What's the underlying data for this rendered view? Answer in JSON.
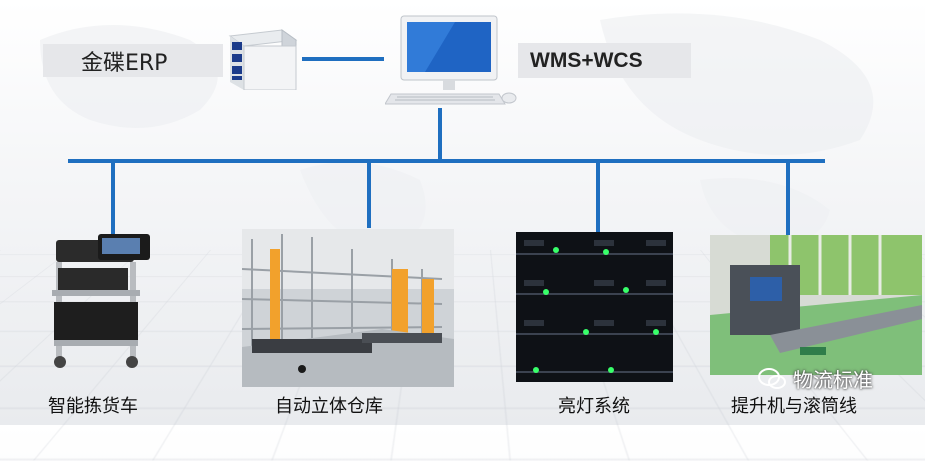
{
  "top": {
    "erp_label": "金碟ERP",
    "wms_label": "WMS+WCS"
  },
  "devices": [
    {
      "label": "智能拣货车"
    },
    {
      "label": "自动立体仓库"
    },
    {
      "label": "亮灯系统"
    },
    {
      "label": "提升机与滚筒线"
    }
  ],
  "watermark": {
    "text": "物流标准"
  },
  "colors": {
    "network_line": "#1f6fc0",
    "label_bg": "#e6e7ea"
  }
}
